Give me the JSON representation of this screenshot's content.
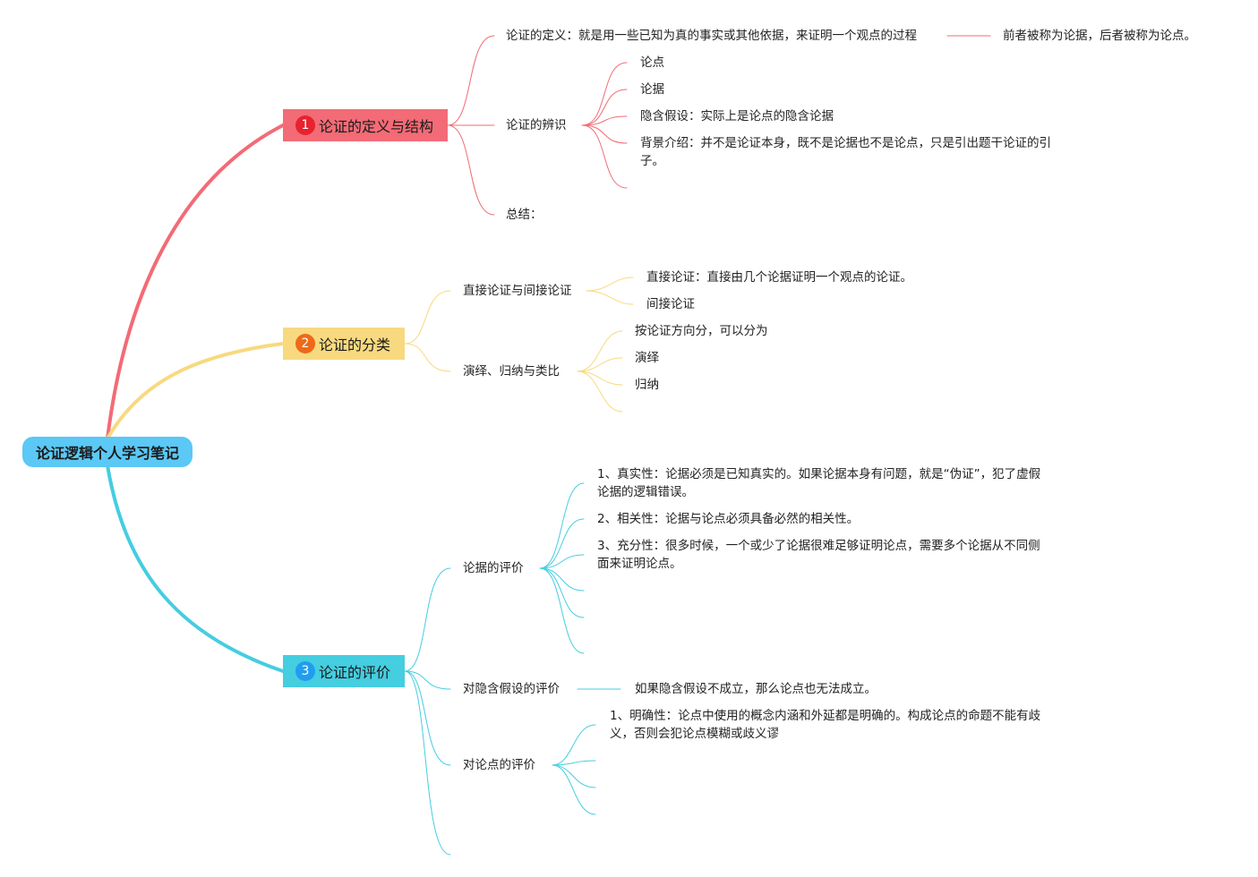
{
  "colors": {
    "root": "#5bc8f5",
    "red": "#f26b76",
    "yellow": "#f8d97f",
    "cyan": "#45cde0",
    "badge_red": "#e8222e",
    "badge_orange": "#ee6a18",
    "badge_blue": "#1f9ef0"
  },
  "root": {
    "label": "论证逻辑个人学习笔记"
  },
  "b1": {
    "num": "1",
    "label": "论证的定义与结构",
    "definition": "论证的定义：就是用一些已知为真的事实或其他依据，来证明一个观点的过程",
    "definition_note": "前者被称为论据，后者被称为论点。",
    "identify": "论证的辨识",
    "items": [
      "论点",
      "论据",
      "隐含假设：实际上是论点的隐含论据",
      "背景介绍：并不是论证本身，既不是论据也不是论点，只是引出题干论证的引子。"
    ],
    "summary": "总结："
  },
  "b2": {
    "num": "2",
    "label": "论证的分类",
    "direct": "直接论证与间接论证",
    "direct_items": [
      "直接论证：直接由几个论据证明一个观点的论证。",
      "间接论证"
    ],
    "deduct": "演绎、归纳与类比",
    "deduct_items": [
      "按论证方向分，可以分为",
      "演绎",
      "归纳"
    ]
  },
  "b3": {
    "num": "3",
    "label": "论证的评价",
    "evidence": "论据的评价",
    "evidence_items": [
      "1、真实性：论据必须是已知真实的。如果论据本身有问题，就是“伪证”，犯了虚假论据的逻辑错误。",
      "2、相关性：论据与论点必须具备必然的相关性。",
      "3、充分性：很多时候，一个或少了论据很难足够证明论点，需要多个论据从不同侧面来证明论点。"
    ],
    "hidden": "对隐含假设的评价",
    "hidden_item": "如果隐含假设不成立，那么论点也无法成立。",
    "claim": "对论点的评价",
    "claim_items": [
      "1、明确性：论点中使用的概念内涵和外延都是明确的。构成论点的命题不能有歧义，否则会犯论点模糊或歧义谬"
    ]
  }
}
